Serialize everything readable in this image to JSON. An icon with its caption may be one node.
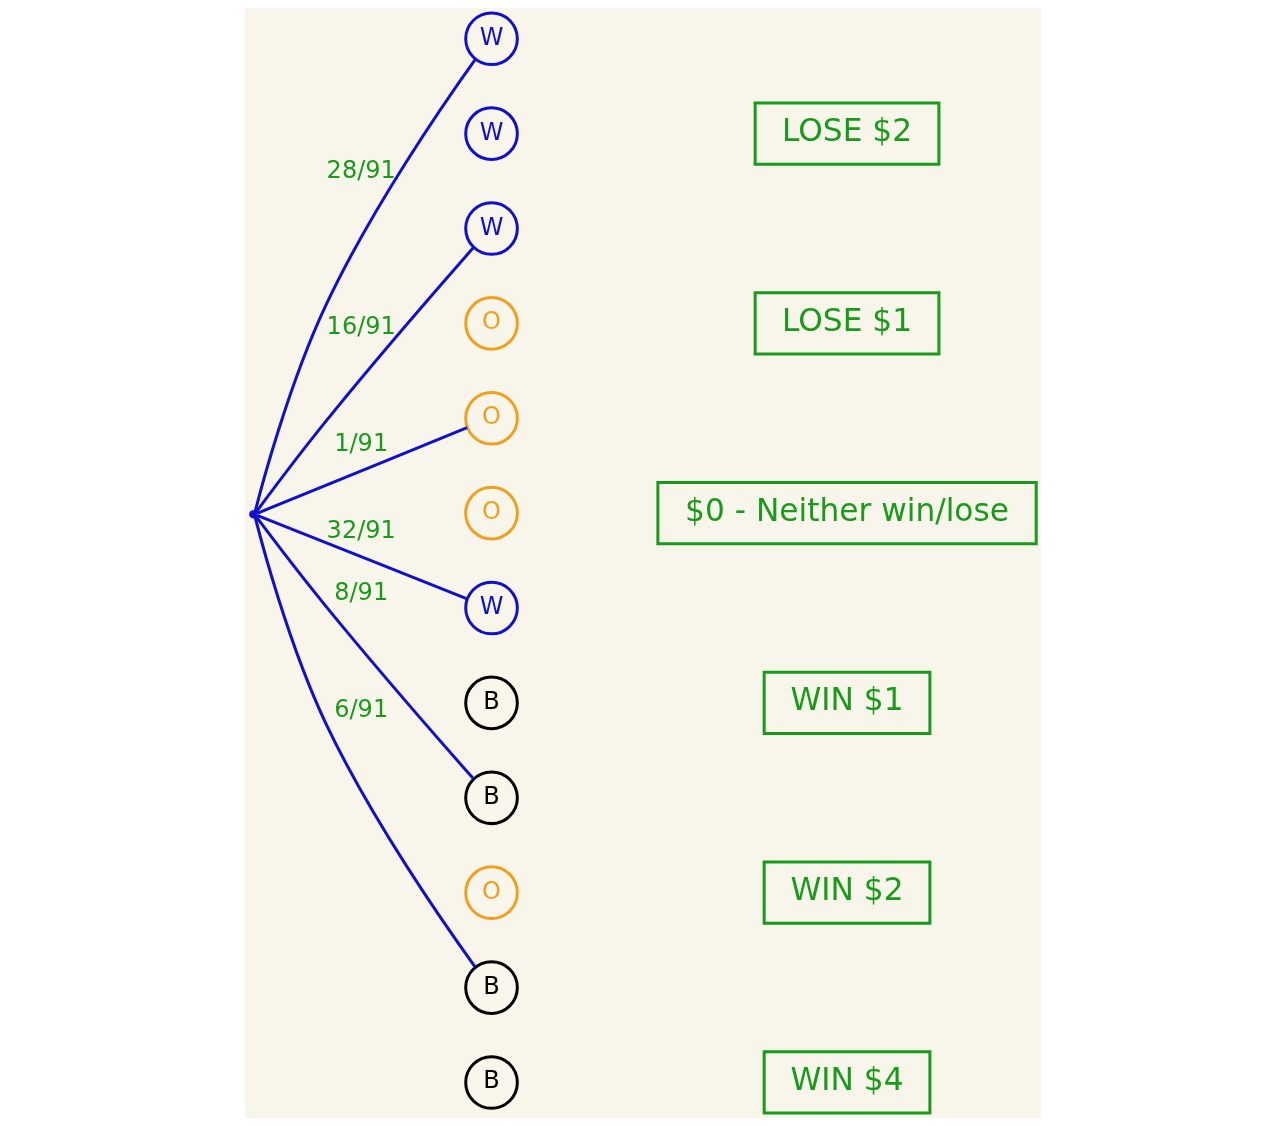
{
  "diagram": {
    "nodes": [
      {
        "text": [],
        "shape": "point"
      },
      {
        "text": [
          "W"
        ]
      },
      {
        "text": [
          "W"
        ]
      },
      {
        "text": [
          "LOSE $2"
        ]
      },
      {
        "text": [
          "W"
        ]
      },
      {
        "text": [
          "O"
        ]
      },
      {
        "text": [
          "LOSE $1"
        ]
      },
      {
        "text": [
          "O"
        ]
      },
      {
        "text": [
          "O"
        ]
      },
      {
        "text": [
          "$0 - Neither win/lose"
        ]
      },
      {
        "text": [
          "W"
        ]
      },
      {
        "text": [
          "B"
        ]
      },
      {
        "text": [
          "WIN $1"
        ]
      },
      {
        "text": [
          "B"
        ]
      },
      {
        "text": [
          "O"
        ]
      },
      {
        "text": [
          "WIN $2"
        ]
      },
      {
        "text": [
          "B"
        ]
      },
      {
        "text": [
          "B"
        ]
      },
      {
        "text": [
          "WIN $4"
        ]
      }
    ],
    "edges": [
      {
        "from": 0,
        "to": 1,
        "arrow": "none",
        "label": "28/91"
      },
      {
        "from": 0,
        "to": 4,
        "arrow": "none",
        "label": "16/91"
      },
      {
        "from": 0,
        "to": 7,
        "arrow": "none",
        "label": "1/91"
      },
      {
        "from": 0,
        "to": 10,
        "arrow": "none",
        "label": "32/91"
      },
      {
        "from": 0,
        "to": 13,
        "arrow": "none",
        "label": "8/91"
      },
      {
        "from": 0,
        "to": 16,
        "arrow": "none",
        "label": "6/91"
      }
    ]
  }
}
